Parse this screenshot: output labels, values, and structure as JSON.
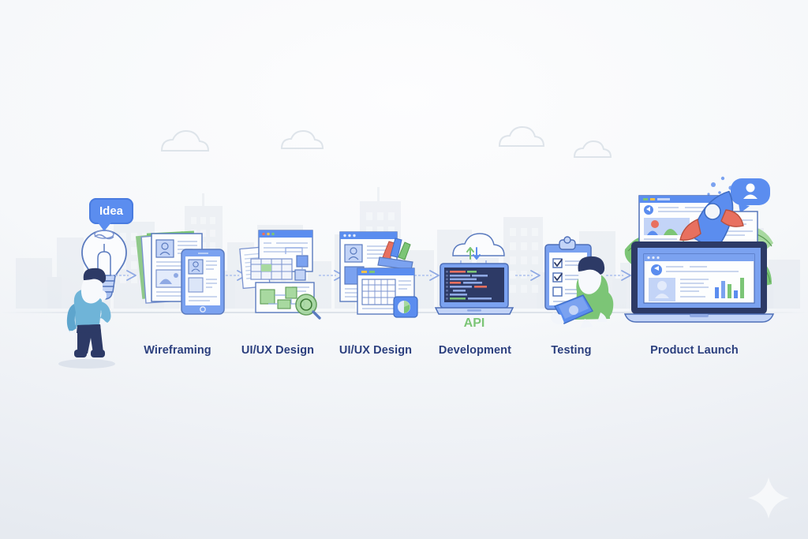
{
  "scene": {
    "title": "Software development process infographic",
    "background_style": "light blue-grey gradient with faint city skyline",
    "watermark_icon": "four-point-sparkle-icon"
  },
  "colors": {
    "label_text": "#2b3f7e",
    "primary_blue": "#5b8def",
    "mid_blue": "#7ba2f0",
    "light_blue": "#c3d4f7",
    "pale_blue": "#e3ebfb",
    "navy": "#2d3a66",
    "green": "#7cc576",
    "light_green": "#a8d9a0",
    "coral": "#e8705f",
    "city_grey": "#e4e8ee",
    "arrow": "#aec2ee",
    "api_text": "#7cc576"
  },
  "idea": {
    "bubble_text": "Idea",
    "bulb_icon": "lightbulb-icon",
    "person_icon": "thinking-person-icon"
  },
  "steps": [
    {
      "id": "wireframing",
      "label": "Wireframing",
      "icon": "wireframe-documents-icon"
    },
    {
      "id": "uiux-design-1",
      "label": "UI/UX Design",
      "icon": "uiux-flowchart-icon"
    },
    {
      "id": "uiux-design-2",
      "label": "UI/UX Design",
      "icon": "uiux-mockup-icon"
    },
    {
      "id": "development",
      "label": "Development",
      "icon": "laptop-code-icon",
      "caption": "API"
    },
    {
      "id": "testing",
      "label": "Testing",
      "icon": "checklist-tester-icon"
    },
    {
      "id": "product-launch",
      "label": "Product Launch",
      "icon": "rocket-launch-dashboard-icon"
    }
  ],
  "arrows": {
    "count": 6,
    "icon": "arrow-right-icon"
  },
  "development": {
    "cloud_icon": "cloud-sync-icon",
    "api_label": "API",
    "code_lines": 9
  },
  "testing": {
    "checkbox_states": [
      "checked",
      "checked",
      "unchecked"
    ],
    "clipboard_icon": "clipboard-icon",
    "tablet_icon": "tablet-icon"
  },
  "launch": {
    "rocket_icon": "rocket-icon",
    "user_bubble_icon": "user-avatar-bubble-icon",
    "chart_icon": "bar-chart-icon",
    "leaf_icon": "leaf-icon",
    "laptop_icon": "laptop-icon"
  }
}
